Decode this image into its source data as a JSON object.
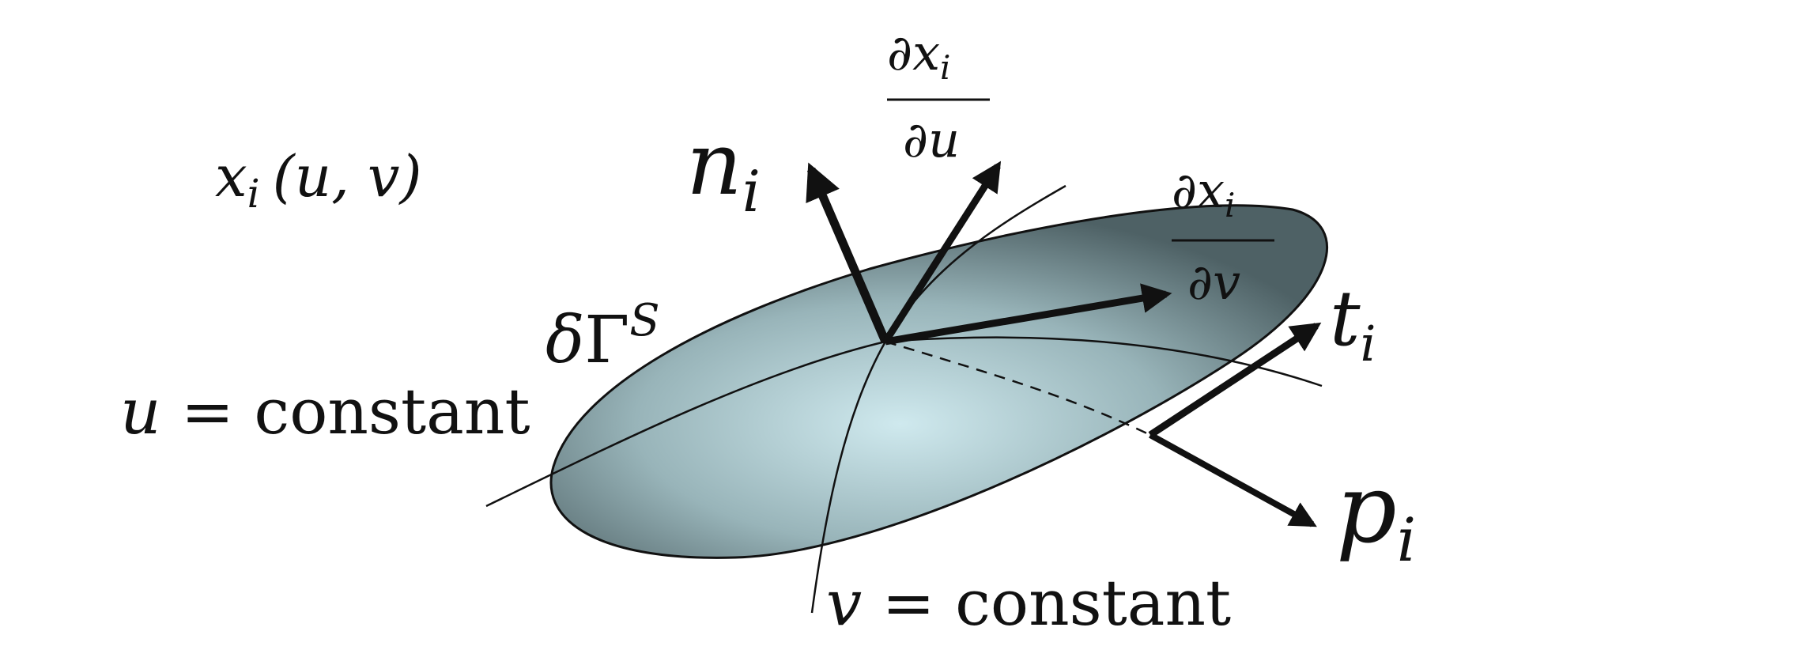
{
  "labels": {
    "position": {
      "var": "x",
      "sub": "i",
      "args": "(u, v)"
    },
    "normal": {
      "var": "n",
      "sub": "i"
    },
    "du": {
      "num_d": "∂",
      "num_var": "x",
      "num_sub": "i",
      "den_d": "∂",
      "den_var": "u"
    },
    "dv": {
      "num_d": "∂",
      "num_var": "x",
      "num_sub": "i",
      "den_d": "∂",
      "den_var": "v"
    },
    "surface": {
      "delta": "δ",
      "gamma": "Γ",
      "sup": "S"
    },
    "tangent": {
      "var": "t",
      "sub": "i"
    },
    "u_curve": {
      "var": "u",
      "eq": " = constant"
    },
    "v_curve": {
      "var": "v",
      "eq": " = constant"
    },
    "traction": {
      "var": "p",
      "sub": "i"
    }
  },
  "colors": {
    "surface_light": "#cfe9ee",
    "surface_dark": "#4e6165",
    "stroke": "#111111"
  }
}
